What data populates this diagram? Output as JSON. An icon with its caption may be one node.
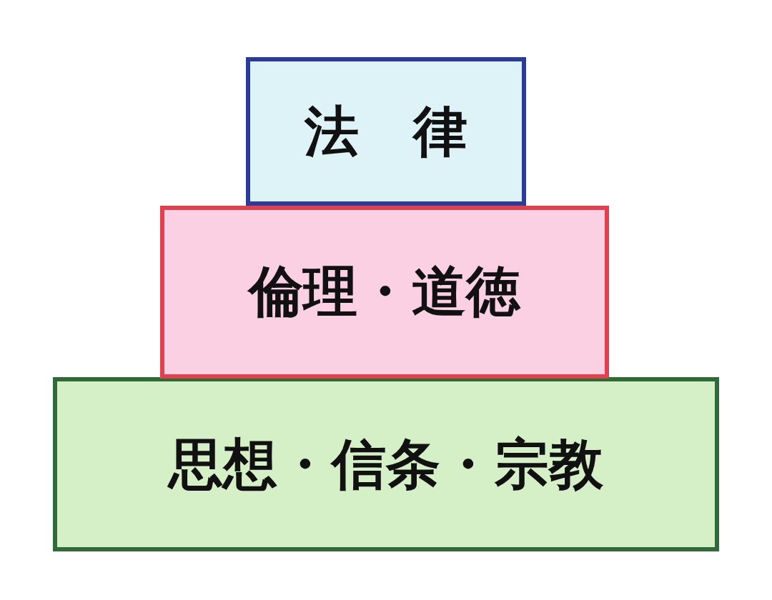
{
  "diagram": {
    "nodes": [
      {
        "text": [
          "法　律"
        ]
      },
      {
        "text": [
          "倫理・道徳"
        ]
      },
      {
        "text": [
          "思想・信条・宗教"
        ]
      }
    ]
  }
}
